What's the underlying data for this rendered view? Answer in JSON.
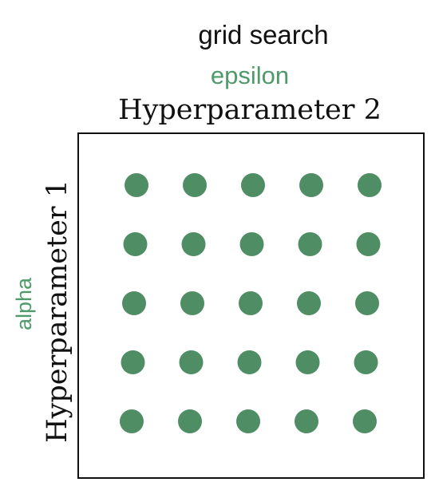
{
  "diagram": {
    "title": "grid search",
    "top_param_name": "epsilon",
    "top_axis_label": "Hyperparameter 2",
    "left_param_name": "alpha",
    "left_axis_label": "Hyperparameter 1",
    "grid": {
      "rows": 5,
      "columns": 5
    }
  },
  "colors": {
    "point": "#4f8e64",
    "param_label": "#4f9a6a",
    "frame": "#111111"
  }
}
